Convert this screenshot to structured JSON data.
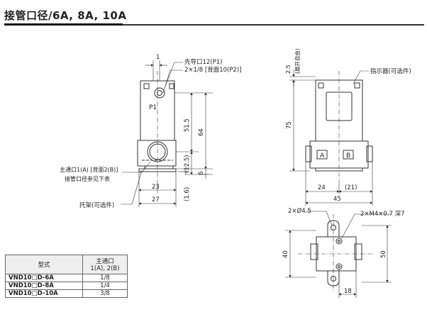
{
  "title": "接管口径/6A, 8A, 10A",
  "front_view": {
    "pilot_port": "先导口12(P1)",
    "back_port": "2×1/8 [背面10(P2)]",
    "port_marking": "P1",
    "main_port": "主通口1(A) [背面2(B)]",
    "main_port_note": "接管口径参见下表",
    "bracket": "托架(可选件)",
    "dims": {
      "top_offset": "1",
      "height_51_5": "51.5",
      "height_64": "64",
      "dim_12_5": "(12.5)",
      "dim_6": "6",
      "width_23": "23",
      "width_27": "27",
      "dim_1_6": "(1.6)"
    }
  },
  "side_view": {
    "open_note": "(展开自由)",
    "indicator": "指示器(可选件)",
    "port_a": "A",
    "port_b": "B",
    "dims": {
      "top_2_5": "2.5",
      "height_75": "75",
      "width_24": "24",
      "width_21": "(21)",
      "width_45": "45"
    }
  },
  "bottom_view": {
    "holes": "2×Ø4.5",
    "thread": "2×M4×0.7 深7",
    "dims": {
      "height_40": "40",
      "height_50": "50",
      "width_18": "18"
    }
  },
  "table": {
    "header_model": "型式",
    "header_port": "主通口",
    "header_port2": "1(A), 2(B)",
    "rows": [
      {
        "model": "VND10□D-6A",
        "value": "1/8"
      },
      {
        "model": "VND10□D-8A",
        "value": "1/4"
      },
      {
        "model": "VND10□D-10A",
        "value": "3/8"
      }
    ]
  }
}
